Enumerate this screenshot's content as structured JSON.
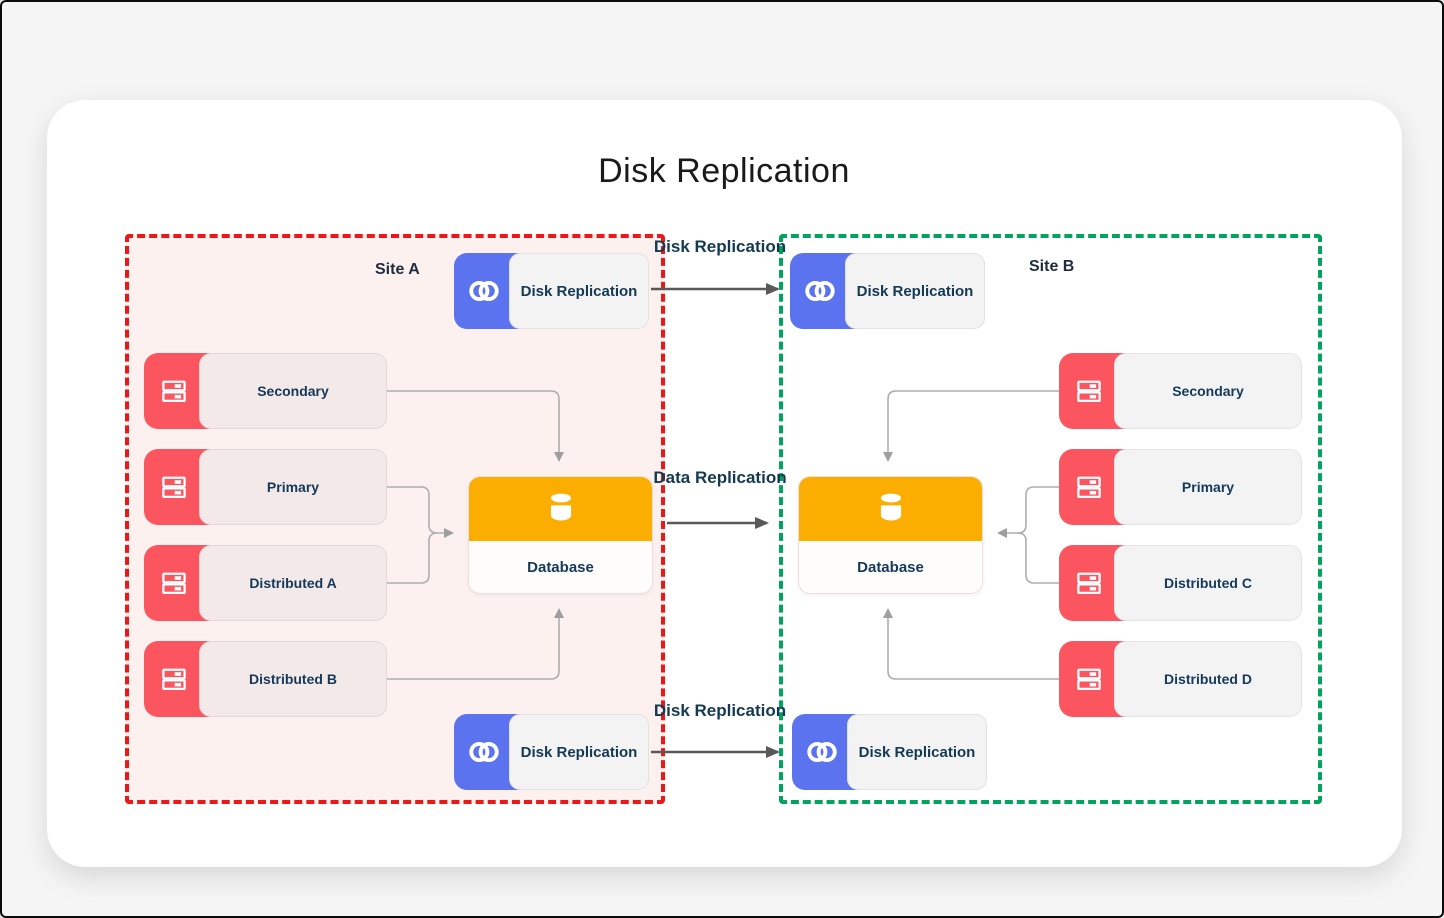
{
  "title": "Disk Replication",
  "sites": {
    "a": {
      "label": "Site A",
      "disk_replication_top": "Disk Replication",
      "disk_replication_bottom": "Disk Replication",
      "database_label": "Database",
      "servers": [
        "Secondary",
        "Primary",
        "Distributed A",
        "Distributed B"
      ]
    },
    "b": {
      "label": "Site B",
      "disk_replication_top": "Disk Replication",
      "disk_replication_bottom": "Disk Replication",
      "database_label": "Database",
      "servers": [
        "Secondary",
        "Primary",
        "Distributed C",
        "Distributed D"
      ]
    }
  },
  "flows": {
    "top": "Disk Replication",
    "middle": "Data Replication",
    "bottom": "Disk Replication"
  },
  "icons": {
    "replication": "replication-rings-icon",
    "server": "server-rack-icon",
    "database": "database-cylinder-icon"
  },
  "colors": {
    "accent_blue": "#5b73ee",
    "accent_red": "#fb5560",
    "accent_yellow": "#fbad00",
    "site_a_border": "#ee1717",
    "site_b_border": "#00a45c",
    "site_a_fill": "#fdf1f0",
    "label_navy": "#14395a",
    "connector_gray": "#adadad",
    "flow_arrow_gray": "#595959"
  }
}
